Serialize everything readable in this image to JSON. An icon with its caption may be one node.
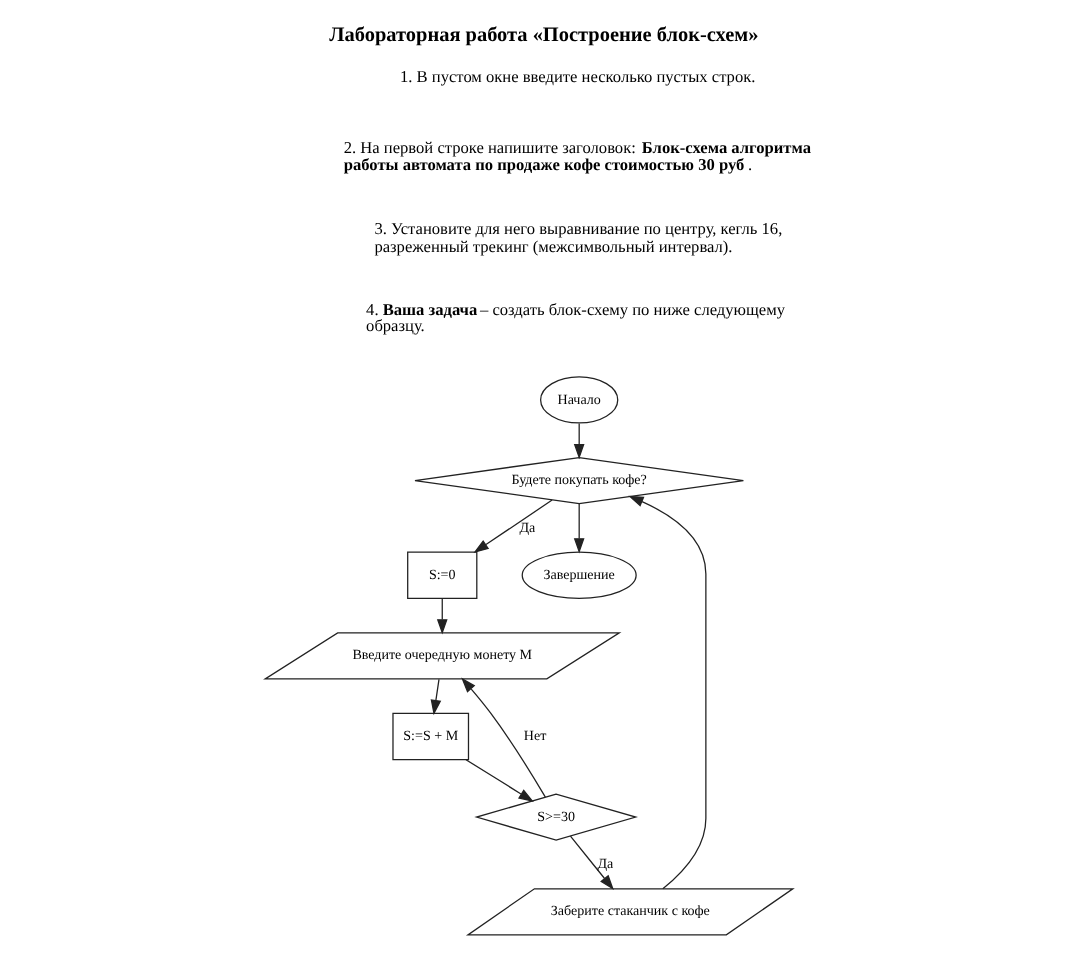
{
  "diagram": {
    "title": "Лабораторная работа «Построение блок-схем»",
    "nodes": [
      {
        "text": [
          "Начало"
        ]
      },
      {
        "text": [
          "Будете покупать кофе?"
        ]
      },
      {
        "text": [
          "S:=0"
        ]
      },
      {
        "text": [
          "Введите очередную монету M"
        ]
      },
      {
        "text": [
          "S:=S + M"
        ]
      },
      {
        "text": [
          "S>=30"
        ]
      },
      {
        "text": [
          "Заберите стаканчик с кофе"
        ]
      },
      {
        "text": [
          "Завершение"
        ]
      }
    ],
    "edges": [
      {
        "from": 0,
        "to": 1,
        "arrow": "to"
      },
      {
        "from": 1,
        "to": 2,
        "arrow": "to",
        "label": "Да"
      },
      {
        "from": 2,
        "to": 3,
        "arrow": "to"
      },
      {
        "from": 3,
        "to": 4,
        "arrow": "to"
      },
      {
        "from": 4,
        "to": 5,
        "arrow": "to"
      },
      {
        "from": 5,
        "to": 3,
        "arrow": "to",
        "label": "Нет"
      },
      {
        "from": 5,
        "to": 6,
        "arrow": "to",
        "label": "Да"
      },
      {
        "from": 6,
        "to": 1,
        "arrow": "to"
      },
      {
        "from": 1,
        "to": 7,
        "arrow": "to"
      }
    ],
    "labels": [
      "1. В пустом окне введите несколько пустых строк.",
      "2. На первой строке напишите заголовок: **Блок-схема алгоритма работы автомата по продаже кофе стоимостью 30 руб**.",
      "3. Установите для него выравнивание по центру, кегль 16, разреженный трекинг (межсимвольный интервал).",
      "4. **Ваша задача** – создать блок-схему по ниже следующему образцу."
    ]
  }
}
